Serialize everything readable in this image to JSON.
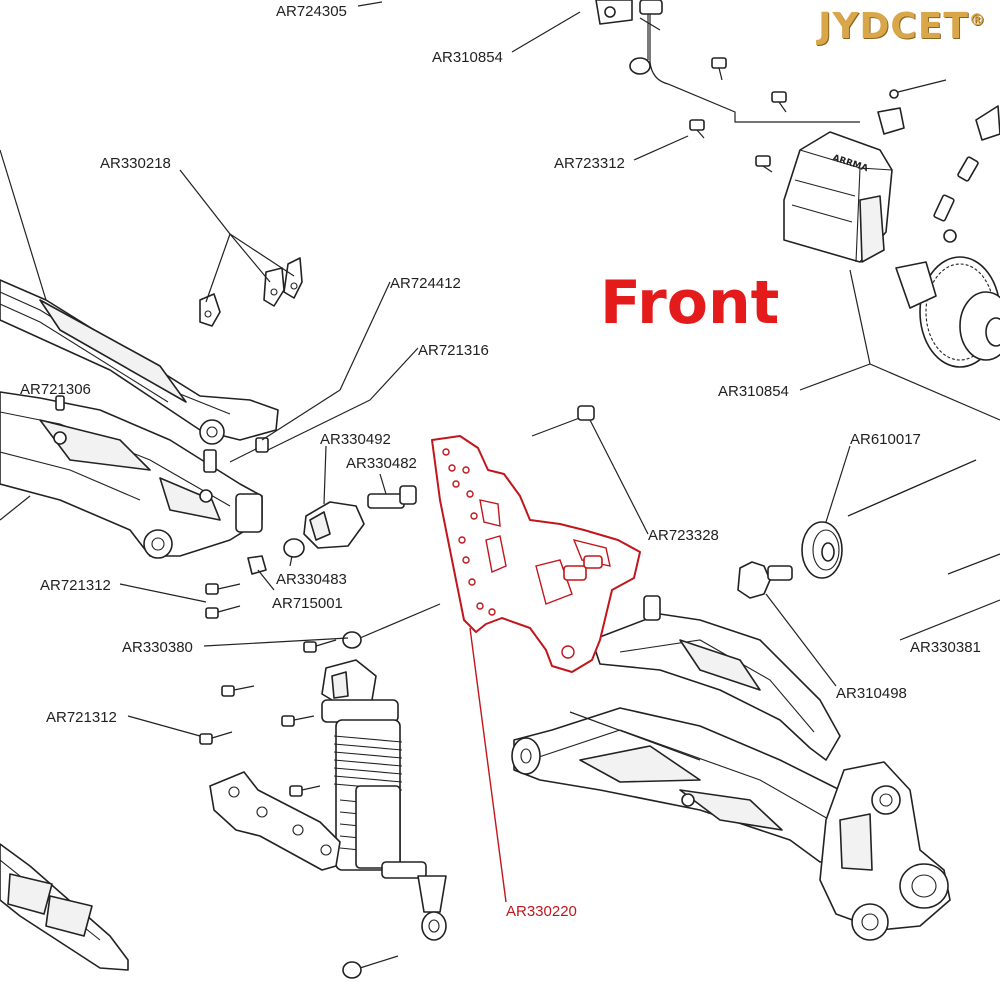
{
  "watermark": {
    "text": "JYDCET",
    "mark": "®"
  },
  "heading": {
    "front": "Front"
  },
  "colors": {
    "highlight": "#c0161c",
    "front_text": "#e31b1b",
    "watermark": "#d9a64a"
  },
  "labels": {
    "ar724305": "AR724305",
    "ar310854_top": "AR310854",
    "ar723312": "AR723312",
    "ar330218": "AR330218",
    "ar724412": "AR724412",
    "ar721316": "AR721316",
    "ar721306": "AR721306",
    "ar330492": "AR330492",
    "ar330482": "AR330482",
    "ar310854_right": "AR310854",
    "ar610017": "AR610017",
    "ar723328": "AR723328",
    "ar721312_a": "AR721312",
    "ar330483": "AR330483",
    "ar715001": "AR715001",
    "ar330380": "AR330380",
    "ar330381": "AR330381",
    "ar310498": "AR310498",
    "ar721312_b": "AR721312",
    "ar330220": "AR330220"
  }
}
